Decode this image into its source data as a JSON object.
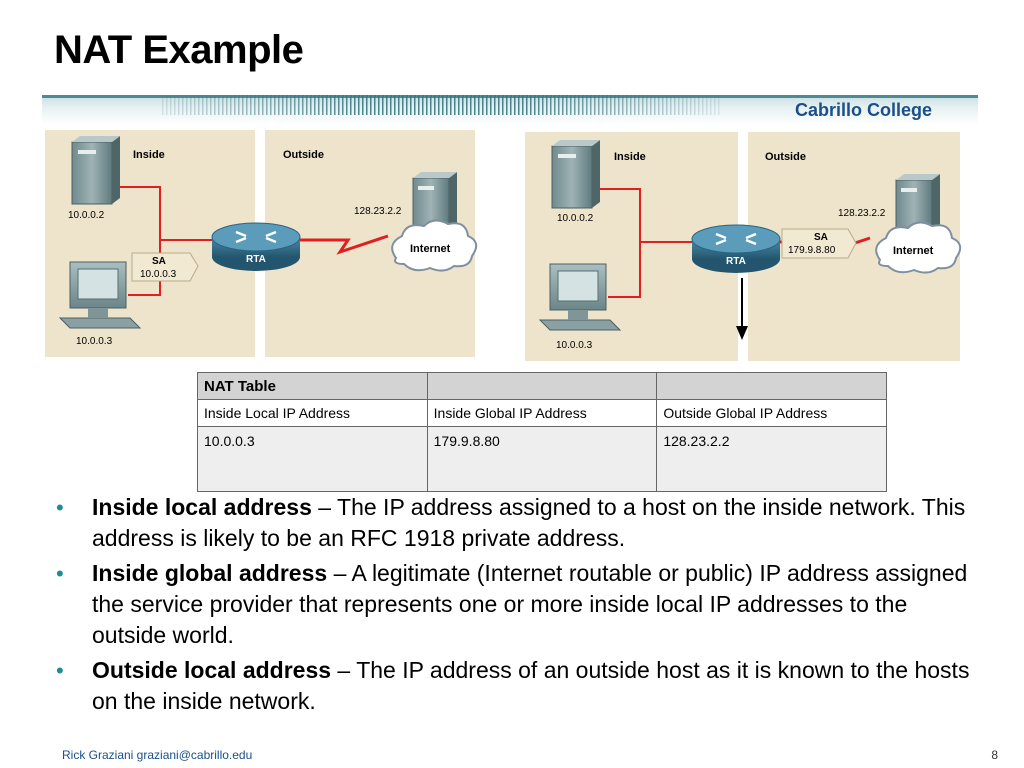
{
  "slide": {
    "title": "NAT Example",
    "college": "Cabrillo College",
    "footer_author": "Rick Graziani  graziani@cabrillo.edu",
    "page_number": "8"
  },
  "colors": {
    "panel": "#eee4cc",
    "link_red": "#e02020",
    "bullet": "#1e8c96",
    "router": "#2f6f88",
    "cloud_stroke": "#7f8fa0"
  },
  "diagram_left": {
    "inside_label": "Inside",
    "outside_label": "Outside",
    "server_ip": "10.0.0.2",
    "pc_ip": "10.0.0.3",
    "router_label": "RTA",
    "packet_sa": "SA",
    "packet_ip": "10.0.0.3",
    "internet_ip": "128.23.2.2",
    "internet_label": "Internet"
  },
  "diagram_right": {
    "inside_label": "Inside",
    "outside_label": "Outside",
    "server_ip": "10.0.0.2",
    "pc_ip": "10.0.0.3",
    "router_label": "RTA",
    "packet_sa": "SA",
    "packet_ip": "179.9.8.80",
    "internet_ip": "128.23.2.2",
    "internet_label": "Internet"
  },
  "nat_table": {
    "title": "NAT Table",
    "columns": [
      "Inside Local IP Address",
      "Inside Global IP Address",
      "Outside Global IP Address"
    ],
    "rows": [
      [
        "10.0.0.3",
        "179.9.8.80",
        "128.23.2.2"
      ]
    ]
  },
  "bullets": [
    {
      "term": "Inside local address",
      "text": " – The IP address assigned to a host on the inside network. This address is likely to be an RFC 1918 private address."
    },
    {
      "term": "Inside global address",
      "text": " – A legitimate (Internet routable or public) IP address assigned the service provider that represents one or more inside local IP addresses to the outside world."
    },
    {
      "term": "Outside local address",
      "text": " – The IP address of an outside host as it is known to the hosts on the inside network."
    }
  ]
}
